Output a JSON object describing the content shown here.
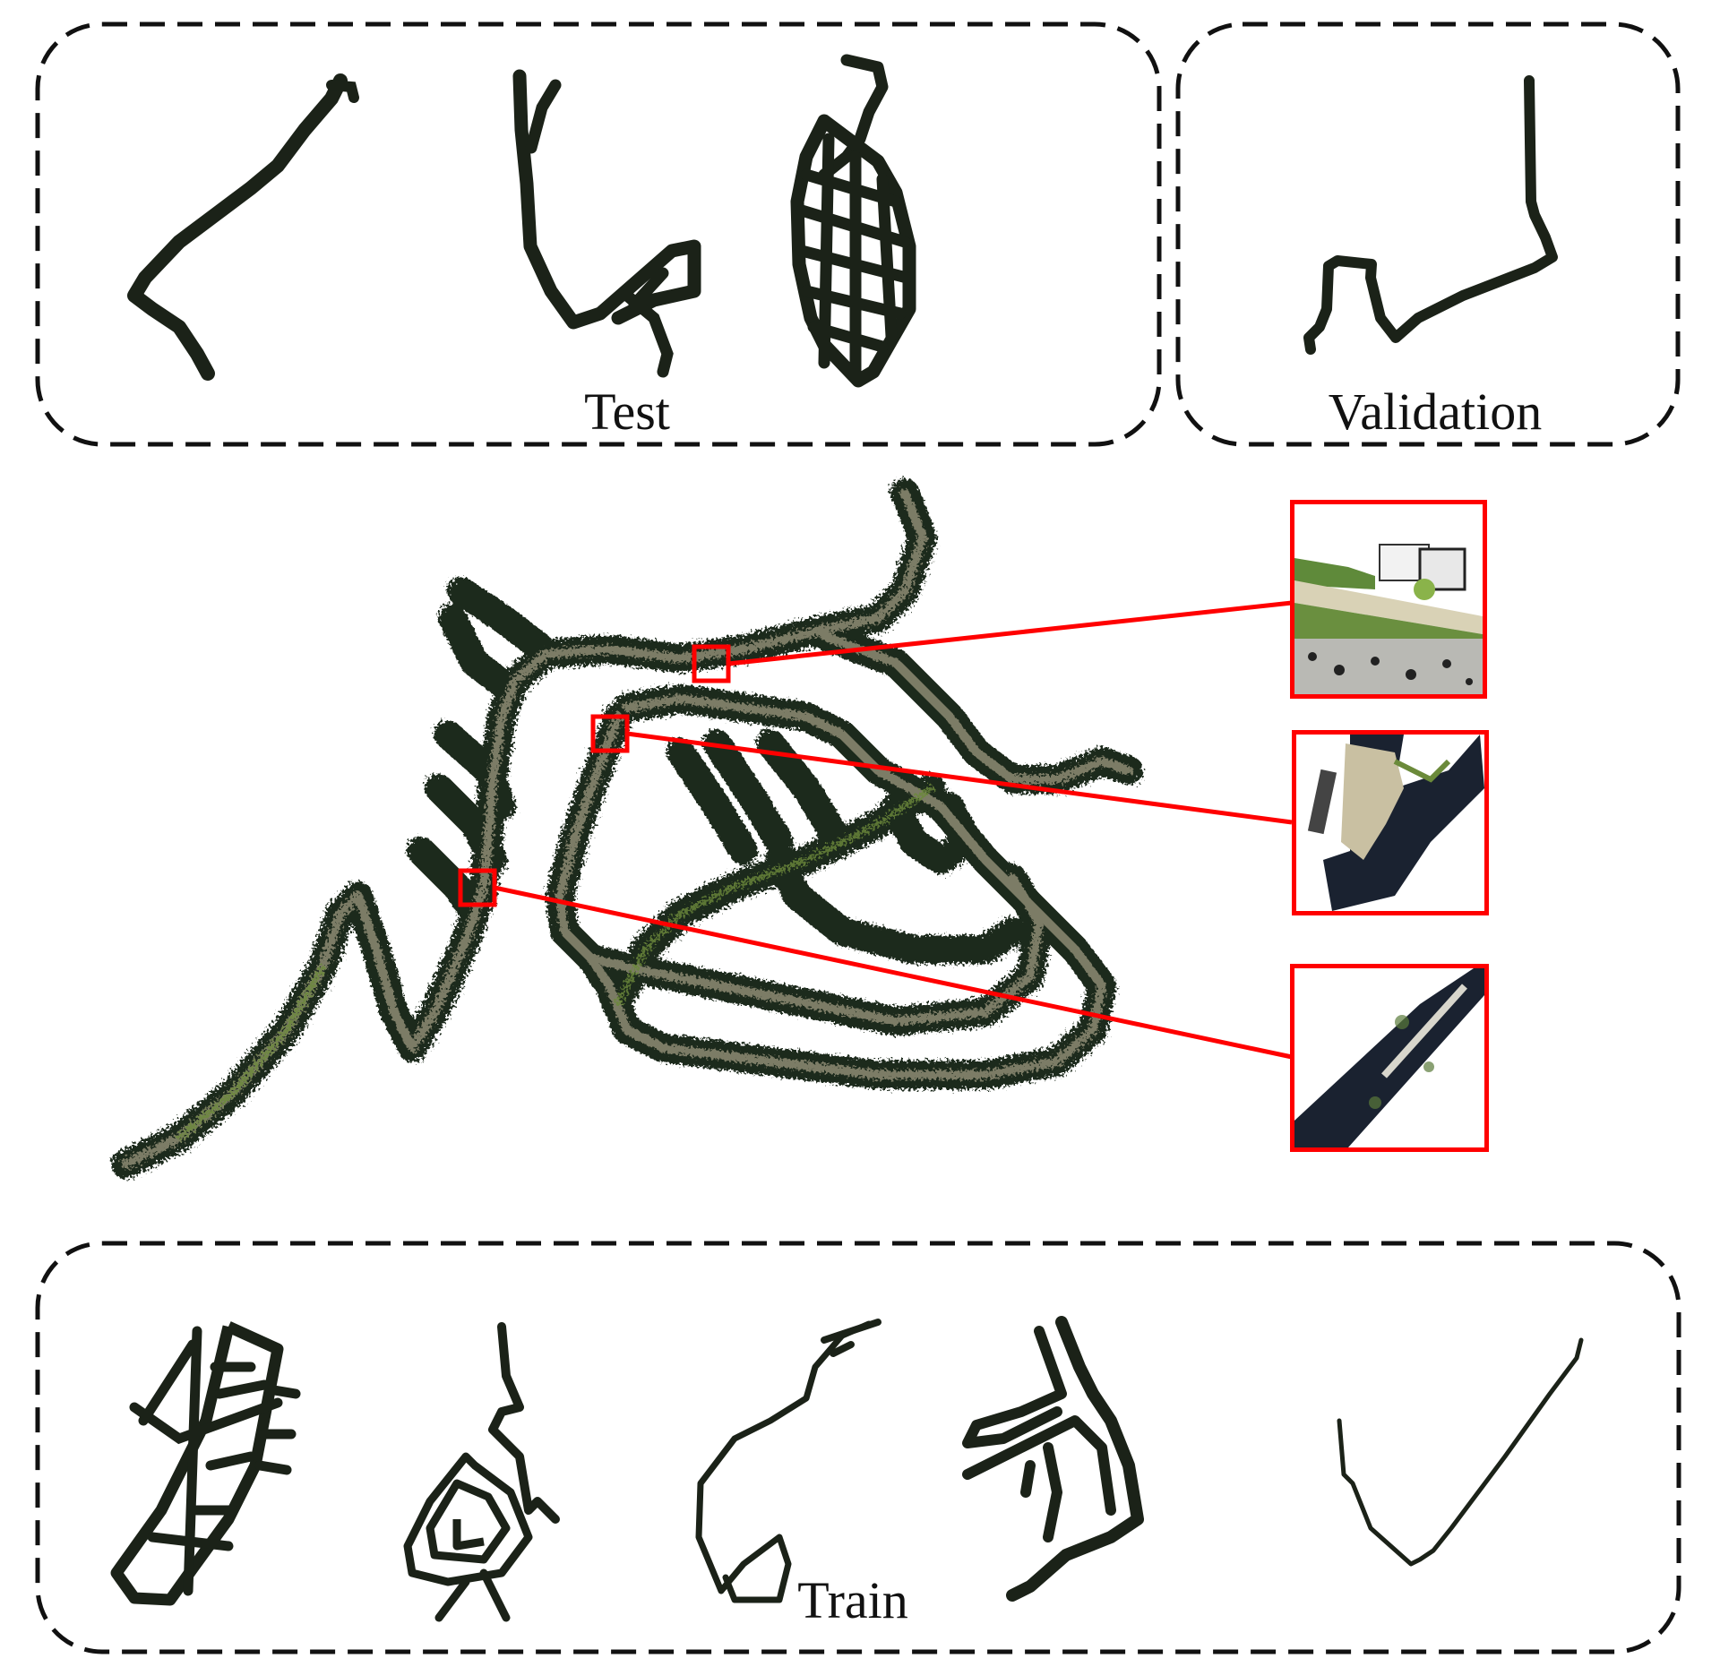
{
  "figure": {
    "description": "Dataset split visualization of point-cloud trajectories",
    "colors": {
      "dashed_border": "#111111",
      "trajectory": "#1b2218",
      "map_dark": "#1e2a1c",
      "map_road": "#9c9580",
      "map_green": "#6b8a3a",
      "highlight_red": "#ff0000",
      "background": "#ffffff"
    }
  },
  "panels": {
    "test": {
      "label": "Test",
      "trajectory_count": 3
    },
    "validation": {
      "label": "Validation",
      "trajectory_count": 1
    },
    "train": {
      "label": "Train",
      "trajectory_count": 5
    }
  },
  "main_map": {
    "highlight_boxes": 3,
    "insets": [
      {
        "name": "inset-1",
        "content": "street with sidewalk, hedge and building"
      },
      {
        "name": "inset-2",
        "content": "road junction with sidewalk"
      },
      {
        "name": "inset-3",
        "content": "diagonal road segment"
      }
    ]
  }
}
